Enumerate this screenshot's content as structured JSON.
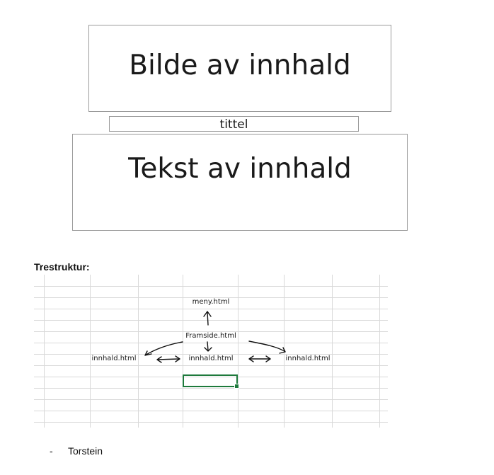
{
  "layout_sketch": {
    "image_box_label": "Bilde av innhald",
    "title_box_label": "tittel",
    "text_box_label": "Tekst av innhald"
  },
  "tree": {
    "heading": "Trestruktur:",
    "nodes": {
      "menu": "meny.html",
      "front_page": "Framside.html",
      "content_left": "innhald.html",
      "content_center": "innhald.html",
      "content_right": "innhald.html"
    }
  },
  "list": {
    "items": [
      {
        "marker": "-",
        "text": "Torstein"
      }
    ]
  },
  "colors": {
    "box_border": "#9a9a9a",
    "grid_line": "#d9d9d9",
    "selection": "#1e7a3c",
    "ink": "#111111"
  }
}
